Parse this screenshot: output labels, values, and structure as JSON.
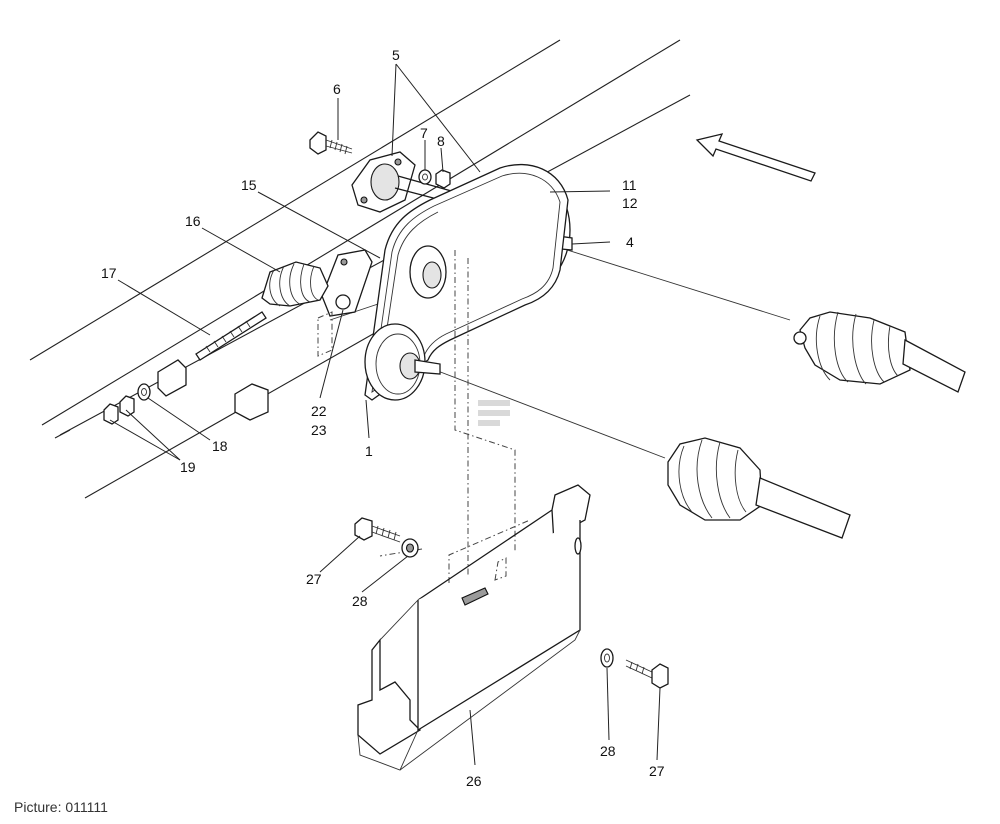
{
  "caption": "Picture: 011111",
  "callouts": {
    "c1": "1",
    "c4": "4",
    "c5": "5",
    "c6": "6",
    "c7": "7",
    "c8": "8",
    "c11": "11",
    "c12": "12",
    "c15": "15",
    "c16": "16",
    "c17": "17",
    "c18": "18",
    "c19": "19",
    "c22": "22",
    "c23": "23",
    "c26": "26",
    "c27a": "27",
    "c27b": "27",
    "c28a": "28",
    "c28b": "28"
  }
}
